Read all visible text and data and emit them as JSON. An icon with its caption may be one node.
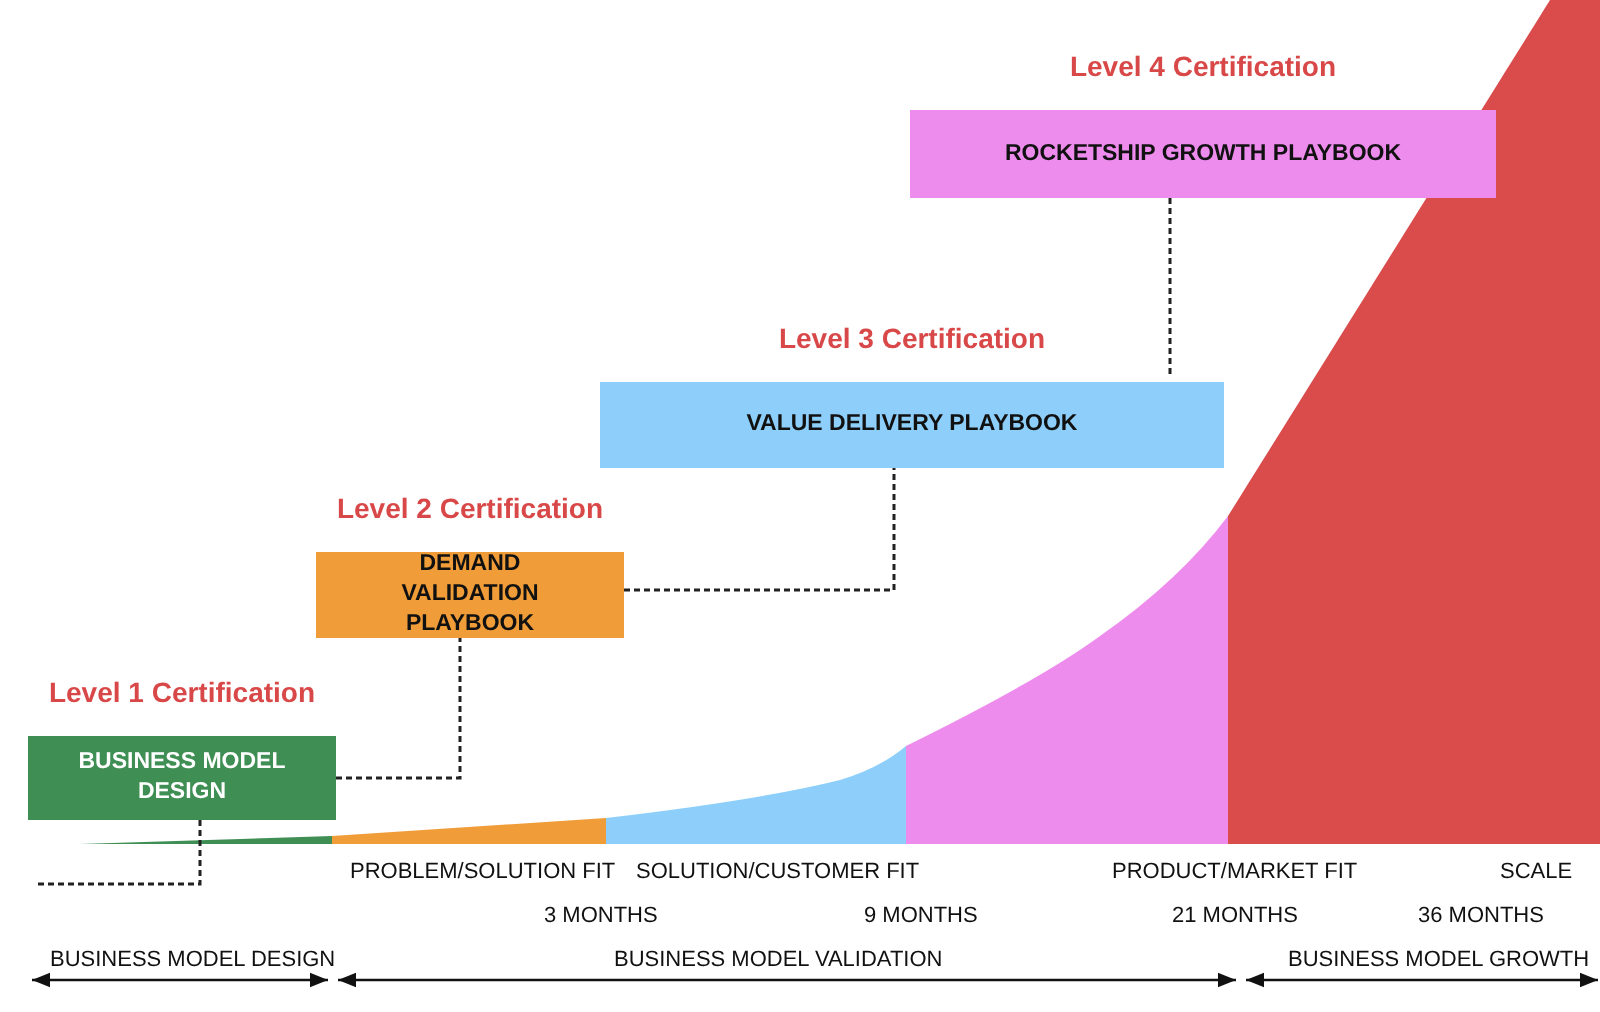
{
  "diagram": {
    "nodes": [
      {
        "text": [
          "Level 1 Certification",
          "BUSINESS MODEL DESIGN"
        ]
      },
      {
        "text": [
          "Level 2 Certification",
          "DEMAND VALIDATION PLAYBOOK"
        ]
      },
      {
        "text": [
          "Level 3 Certification",
          "VALUE DELIVERY PLAYBOOK"
        ]
      },
      {
        "text": [
          "Level 4 Certification",
          "ROCKETSHIP GROWTH PLAYBOOK"
        ]
      }
    ],
    "edges": [
      {
        "from": 0,
        "to": 1,
        "arrow": "none",
        "style": "dashed"
      },
      {
        "from": 1,
        "to": 2,
        "arrow": "none",
        "style": "dashed"
      },
      {
        "from": 2,
        "to": 3,
        "arrow": "none",
        "style": "dashed"
      },
      {
        "from": 0,
        "to": null,
        "arrow": "none",
        "style": "dashed"
      }
    ],
    "labels": [
      "PROBLEM/SOLUTION FIT",
      "SOLUTION/CUSTOMER FIT",
      "PRODUCT/MARKET FIT",
      "SCALE",
      "3 MONTHS",
      "9 MONTHS",
      "21 MONTHS",
      "36 MONTHS",
      "BUSINESS MODEL DESIGN",
      "BUSINESS MODEL VALIDATION",
      "BUSINESS MODEL GROWTH"
    ]
  }
}
